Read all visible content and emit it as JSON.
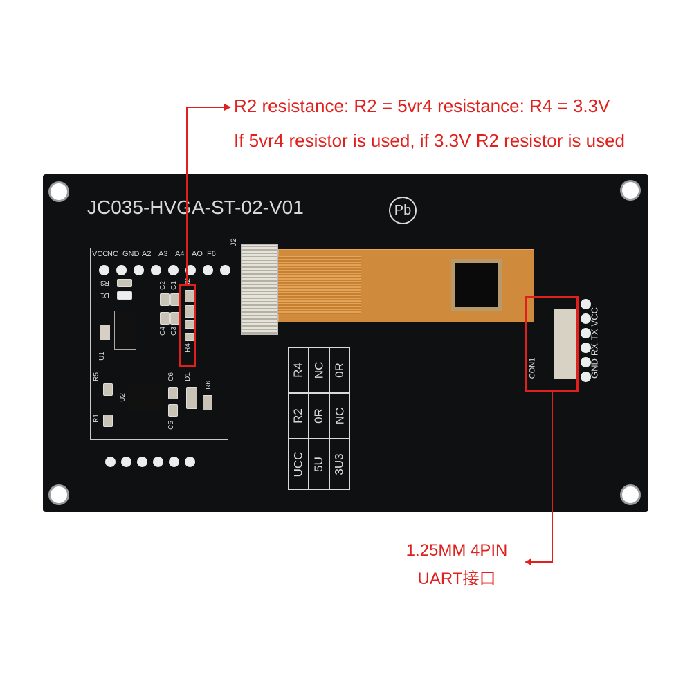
{
  "annotations": {
    "top_line1": "R2 resistance: R2 = 5vr4 resistance: R4 = 3.3V",
    "top_line2": "If 5vr4 resistor is used, if 3.3V R2 resistor is used",
    "bottom_line1": "1.25MM 4PIN",
    "bottom_line2": "UART接口",
    "highlight_color": "#e0201c"
  },
  "board": {
    "model": "JC035-HVGA-ST-02-V01",
    "pb_free_mark": "Pb",
    "header_labels": [
      "VCC",
      "NC",
      "GND",
      "A2",
      "A3",
      "A4",
      "AO",
      "F6"
    ],
    "components": {
      "r3": "R3",
      "d1a": "D1",
      "u1": "U1",
      "c2": "C2",
      "c1": "C1",
      "r2": "R2",
      "c4": "C4",
      "c3": "C3",
      "r4": "R4",
      "r5": "R5",
      "u2": "U2",
      "c6": "C6",
      "d1": "D1",
      "r6": "R6",
      "r1": "R1",
      "c5": "C5",
      "j2": "J2",
      "con1": "CON1"
    },
    "uart_labels": [
      "VCC",
      "TX",
      "RX",
      "GND"
    ],
    "config_table": [
      [
        "UCC",
        "R2",
        "R4"
      ],
      [
        "5U",
        "0R",
        "NC"
      ],
      [
        "3U3",
        "NC",
        "0R"
      ]
    ]
  }
}
